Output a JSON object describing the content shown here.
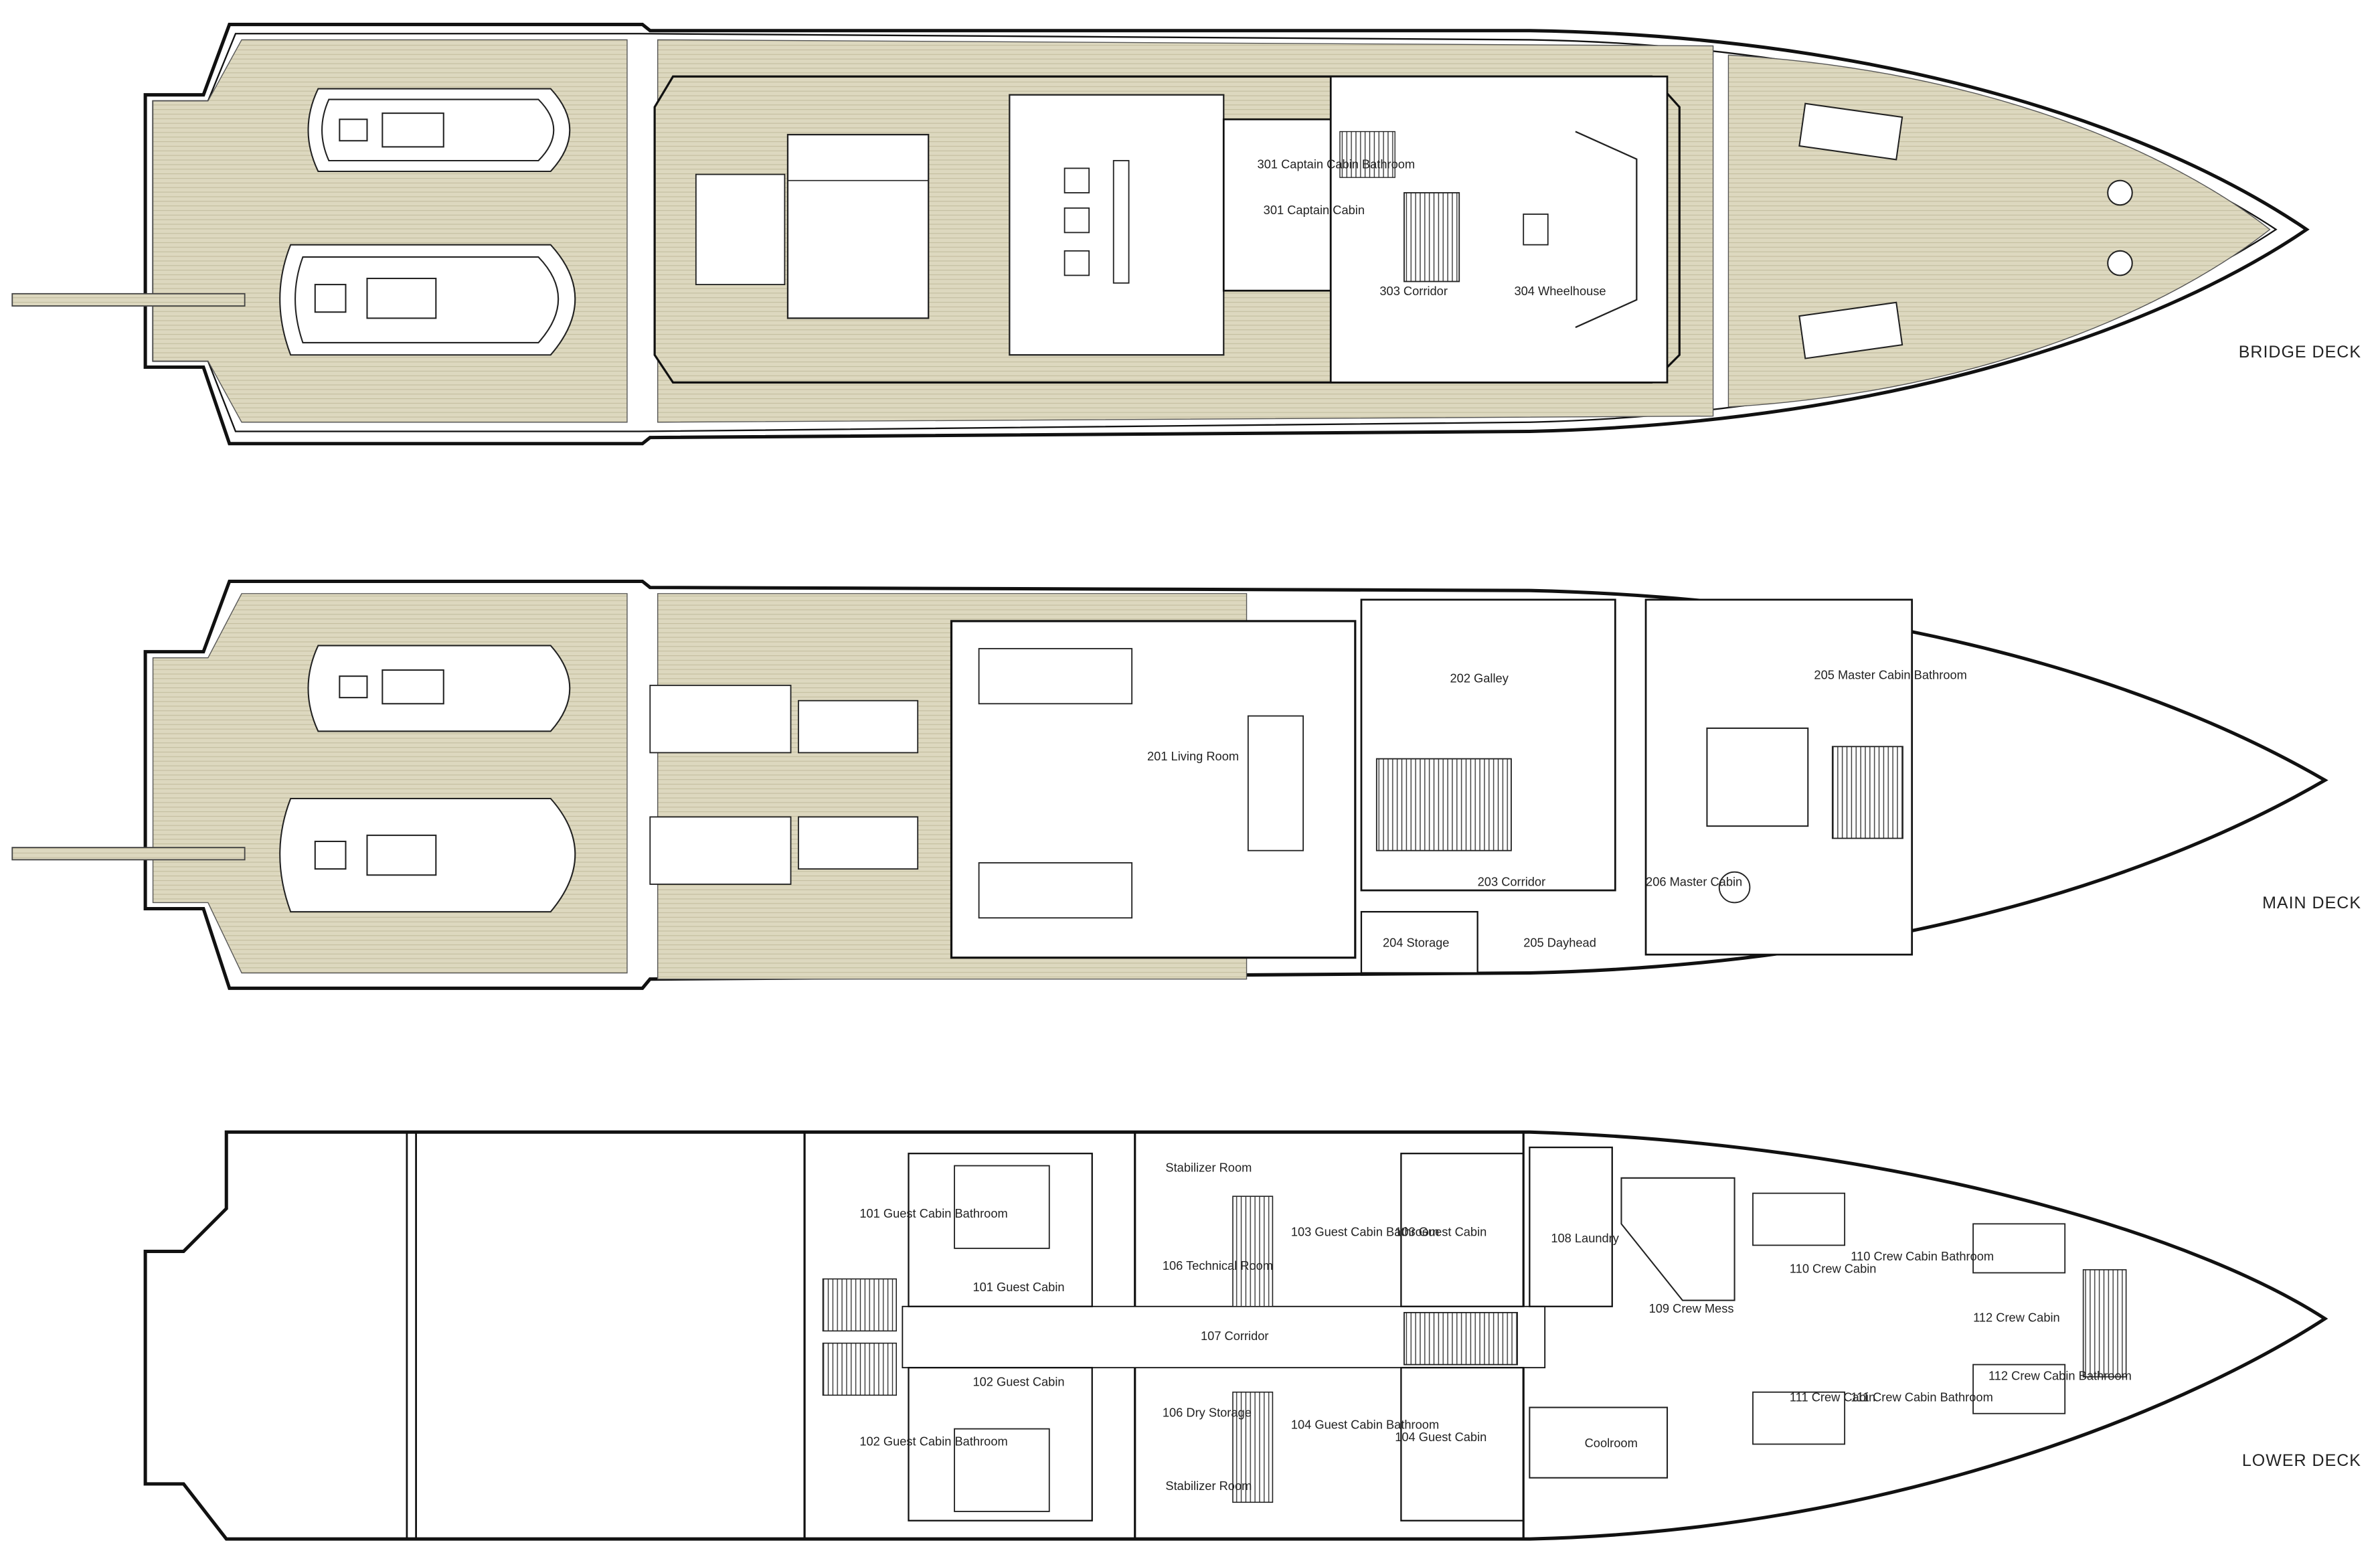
{
  "decks": {
    "bridge": {
      "label": "BRIDGE DECK",
      "rooms": {
        "captain_bath": "301 Captain Cabin Bathroom",
        "captain_cabin": "301 Captain Cabin",
        "corridor": "303 Corridor",
        "wheelhouse": "304 Wheelhouse"
      }
    },
    "main": {
      "label": "MAIN DECK",
      "rooms": {
        "living": "201 Living Room",
        "galley": "202 Galley",
        "corridor": "203 Corridor",
        "storage": "204 Storage",
        "dayhead": "205 Dayhead",
        "master_bath": "205 Master Cabin Bathroom",
        "master": "206 Master Cabin"
      }
    },
    "lower": {
      "label": "LOWER DECK",
      "rooms": {
        "guest101_bath": "101 Guest Cabin Bathroom",
        "guest101": "101 Guest Cabin",
        "guest102": "102 Guest Cabin",
        "guest102_bath": "102 Guest Cabin Bathroom",
        "stabilizer_top": "Stabilizer Room",
        "technical": "106 Technical Room",
        "dry_storage": "106 Dry Storage",
        "stabilizer_bottom": "Stabilizer Room",
        "guest103_bath": "103 Guest Cabin Bathroom",
        "guest103": "103 Guest Cabin",
        "guest104_bath": "104 Guest Cabin Bathroom",
        "guest104": "104 Guest Cabin",
        "laundry": "108 Laundry",
        "crew_mess": "109 Crew Mess",
        "crew110": "110 Crew Cabin",
        "crew110_bath": "110 Crew Cabin Bathroom",
        "crew111": "111 Crew Cabin",
        "crew111_bath": "111 Crew Cabin Bathroom",
        "crew112": "112 Crew Cabin",
        "crew112_bath": "112 Crew Cabin Bathroom",
        "lower_corridor": "107 Corridor",
        "coolroom": "Coolroom"
      }
    }
  },
  "colors": {
    "teak": "#ddd8bf",
    "teak_line": "#c4bea0",
    "line": "#111111",
    "white": "#ffffff"
  }
}
